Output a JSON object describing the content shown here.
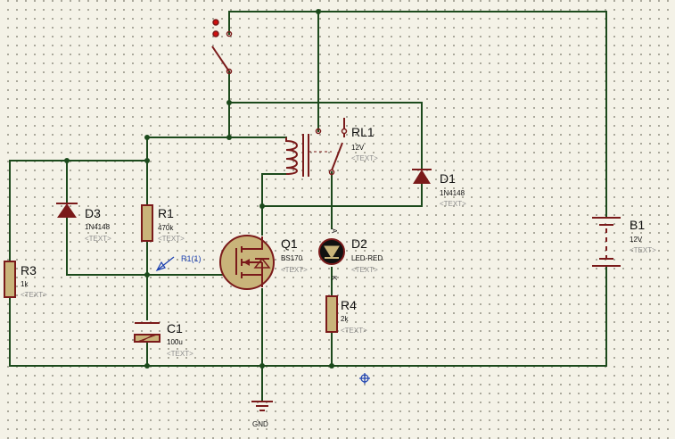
{
  "placeholder_text": "<TEXT>",
  "components": {
    "r1": {
      "ref": "R1",
      "value": "470k"
    },
    "r3": {
      "ref": "R3",
      "value": "1k"
    },
    "r4": {
      "ref": "R4",
      "value": "2k"
    },
    "c1": {
      "ref": "C1",
      "value": "100u"
    },
    "d1": {
      "ref": "D1",
      "value": "1N4148"
    },
    "d2": {
      "ref": "D2",
      "value": "LED-RED"
    },
    "d3": {
      "ref": "D3",
      "value": "1N4148"
    },
    "q1": {
      "ref": "Q1",
      "value": "BS170"
    },
    "rl1": {
      "ref": "RL1",
      "value": "12V"
    },
    "b1": {
      "ref": "B1",
      "value": "12V"
    }
  },
  "probe": {
    "label": "R1(1)"
  },
  "ground": {
    "label": "GND"
  },
  "led_pins": {
    "anode": "A",
    "cathode": "K"
  },
  "colors": {
    "wire": "#1c4a1c",
    "component": "#7a1a1a",
    "component_fill": "#c9b47a",
    "probe": "#1a3fb0",
    "background": "#f4f2e7"
  }
}
